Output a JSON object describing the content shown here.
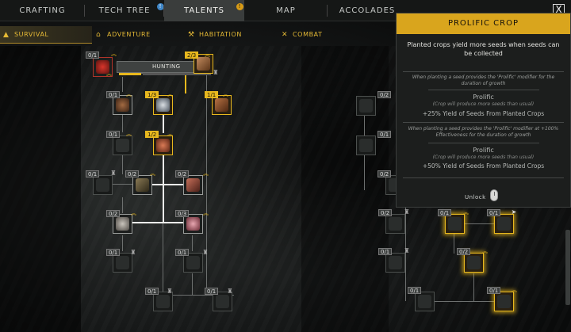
{
  "tabs": [
    {
      "label": "CRAFTING",
      "active": false
    },
    {
      "label": "TECH TREE",
      "active": false,
      "badge": "!"
    },
    {
      "label": "TALENTS",
      "active": true,
      "badge": "!"
    },
    {
      "label": "MAP",
      "active": false
    },
    {
      "label": "ACCOLADES",
      "active": false
    }
  ],
  "close_label": "X",
  "subtabs": [
    {
      "label": "SURVIVAL",
      "icon": "triangle-warning-icon",
      "active": true
    },
    {
      "label": "ADVENTURE",
      "icon": "house-icon",
      "active": false
    },
    {
      "label": "HABITATION",
      "icon": "hammer-icon",
      "active": false
    },
    {
      "label": "COMBAT",
      "icon": "crossed-swords-icon",
      "active": false
    }
  ],
  "tooltip_label": "HUNTING",
  "node_counts": [
    "0/1",
    "2/3",
    "0/1",
    "1/3",
    "1/1",
    "0/1",
    "1/2",
    "0/1",
    "0/2",
    "0/2",
    "0/2",
    "0/3",
    "0/1",
    "0/1",
    "0/1",
    "0/1",
    "0/2",
    "0/1",
    "0/2",
    "0/2",
    "0/1",
    "0/1",
    "0/1",
    "0/2",
    "0/1",
    "0/1"
  ],
  "panel": {
    "title": "PROLIFIC CROP",
    "description": "Planted crops yield more seeds when seeds can be collected",
    "rank1_cond": "When planting a seed provides the 'Prolific' modifier for the duration of growth",
    "rank1_name": "Prolific",
    "rank1_sub": "(Crop will produce more seeds than usual)",
    "rank1_effect": "+25% Yield of Seeds From Planted Crops",
    "rank2_cond": "When planting a seed provides the 'Prolific' modifier at +100% Effectiveness for the duration of growth",
    "rank2_name": "Prolific",
    "rank2_sub": "(Crop will produce more seeds than usual)",
    "rank2_effect": "+50% Yield of Seeds From Planted Crops",
    "unlock_label": "Unlock"
  },
  "colors": {
    "accent": "#e8b81e",
    "header": "#d9a51d"
  }
}
